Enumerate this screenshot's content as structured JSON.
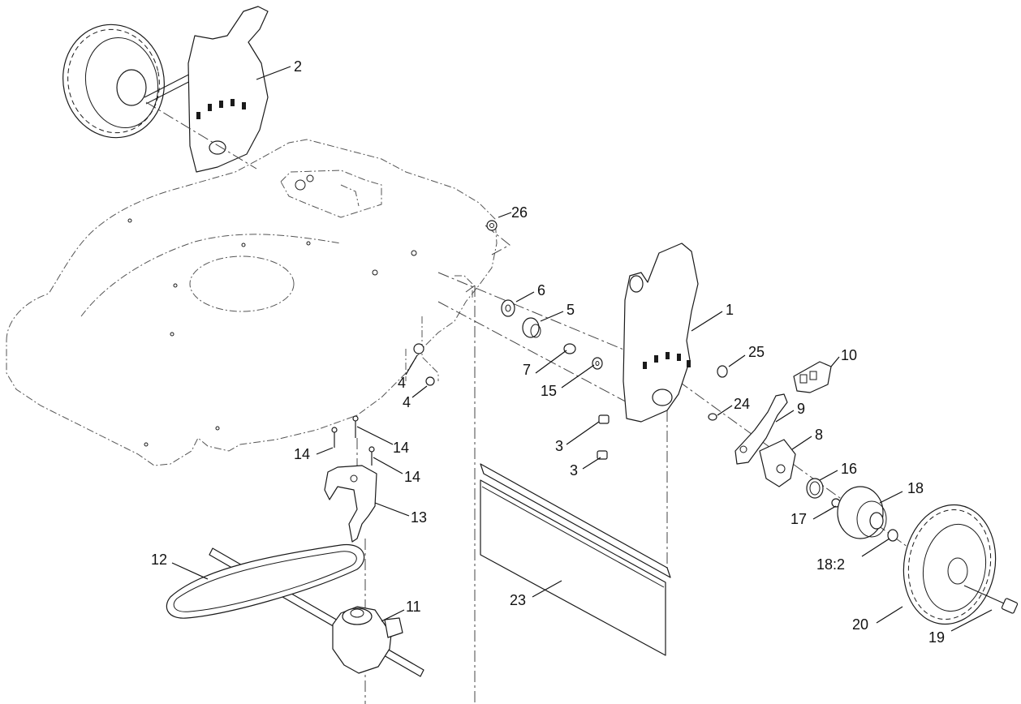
{
  "diagram": {
    "callouts": [
      {
        "id": "c2",
        "label": "2"
      },
      {
        "id": "c26",
        "label": "26"
      },
      {
        "id": "c6",
        "label": "6"
      },
      {
        "id": "c5",
        "label": "5"
      },
      {
        "id": "c1",
        "label": "1"
      },
      {
        "id": "c25",
        "label": "25"
      },
      {
        "id": "c10",
        "label": "10"
      },
      {
        "id": "c7",
        "label": "7"
      },
      {
        "id": "c15",
        "label": "15"
      },
      {
        "id": "c4a",
        "label": "4"
      },
      {
        "id": "c4b",
        "label": "4"
      },
      {
        "id": "c24",
        "label": "24"
      },
      {
        "id": "c9",
        "label": "9"
      },
      {
        "id": "c3a",
        "label": "3"
      },
      {
        "id": "c3b",
        "label": "3"
      },
      {
        "id": "c8",
        "label": "8"
      },
      {
        "id": "c14a",
        "label": "14"
      },
      {
        "id": "c14b",
        "label": "14"
      },
      {
        "id": "c14c",
        "label": "14"
      },
      {
        "id": "c16",
        "label": "16"
      },
      {
        "id": "c13",
        "label": "13"
      },
      {
        "id": "c17",
        "label": "17"
      },
      {
        "id": "c18",
        "label": "18"
      },
      {
        "id": "c12",
        "label": "12"
      },
      {
        "id": "c18_2",
        "label": "18:2"
      },
      {
        "id": "c23",
        "label": "23"
      },
      {
        "id": "c11",
        "label": "11"
      },
      {
        "id": "c20",
        "label": "20"
      },
      {
        "id": "c19",
        "label": "19"
      }
    ]
  }
}
